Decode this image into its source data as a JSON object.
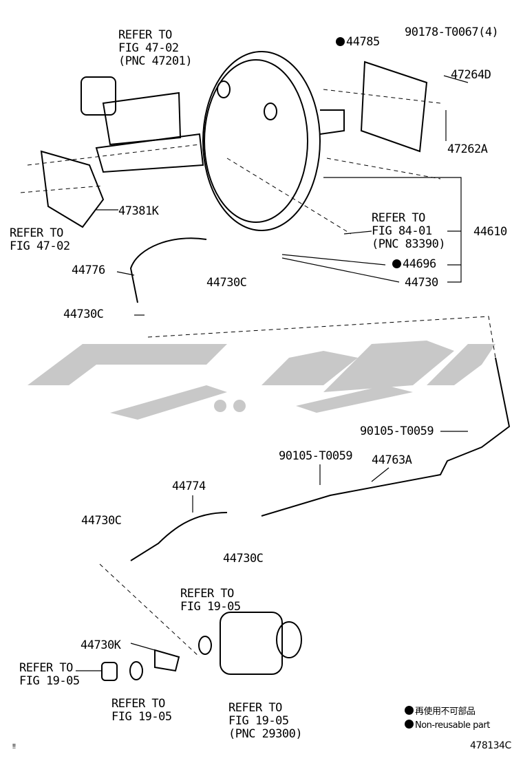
{
  "labels": {
    "refer_47201": [
      "REFER TO",
      "FIG 47-02",
      "(PNC 47201)"
    ],
    "p44785": "44785",
    "p90178": "90178-T0067(4)",
    "p47264d": "47264D",
    "p47262a": "47262A",
    "refer_4702": [
      "REFER TO",
      "FIG 47-02"
    ],
    "p47381k": "47381K",
    "refer_83390": [
      "REFER TO",
      "FIG 84-01",
      "(PNC 83390)"
    ],
    "p44610": "44610",
    "p44776": "44776",
    "p44730c_a": "44730C",
    "p44696": "44696",
    "p44730": "44730",
    "p44730c_b": "44730C",
    "p90105_a": "90105-T0059",
    "p90105_b": "90105-T0059",
    "p44763a": "44763A",
    "p44774": "44774",
    "p44730c_c": "44730C",
    "p44730c_d": "44730C",
    "refer_1905_a": [
      "REFER TO",
      "FIG 19-05"
    ],
    "p44730k": "44730K",
    "refer_1905_b": [
      "REFER TO",
      "FIG 19-05"
    ],
    "refer_1905_c": [
      "REFER TO",
      "FIG 19-05"
    ],
    "refer_29300": [
      "REFER TO",
      "FIG 19-05",
      "(PNC 29300)"
    ]
  },
  "legend": {
    "jp": "再使用不可部品",
    "en": "Non-reusable part"
  },
  "figure_id": "478134C",
  "corner_mark": "‼",
  "watermark_color": "#c8c8c8"
}
